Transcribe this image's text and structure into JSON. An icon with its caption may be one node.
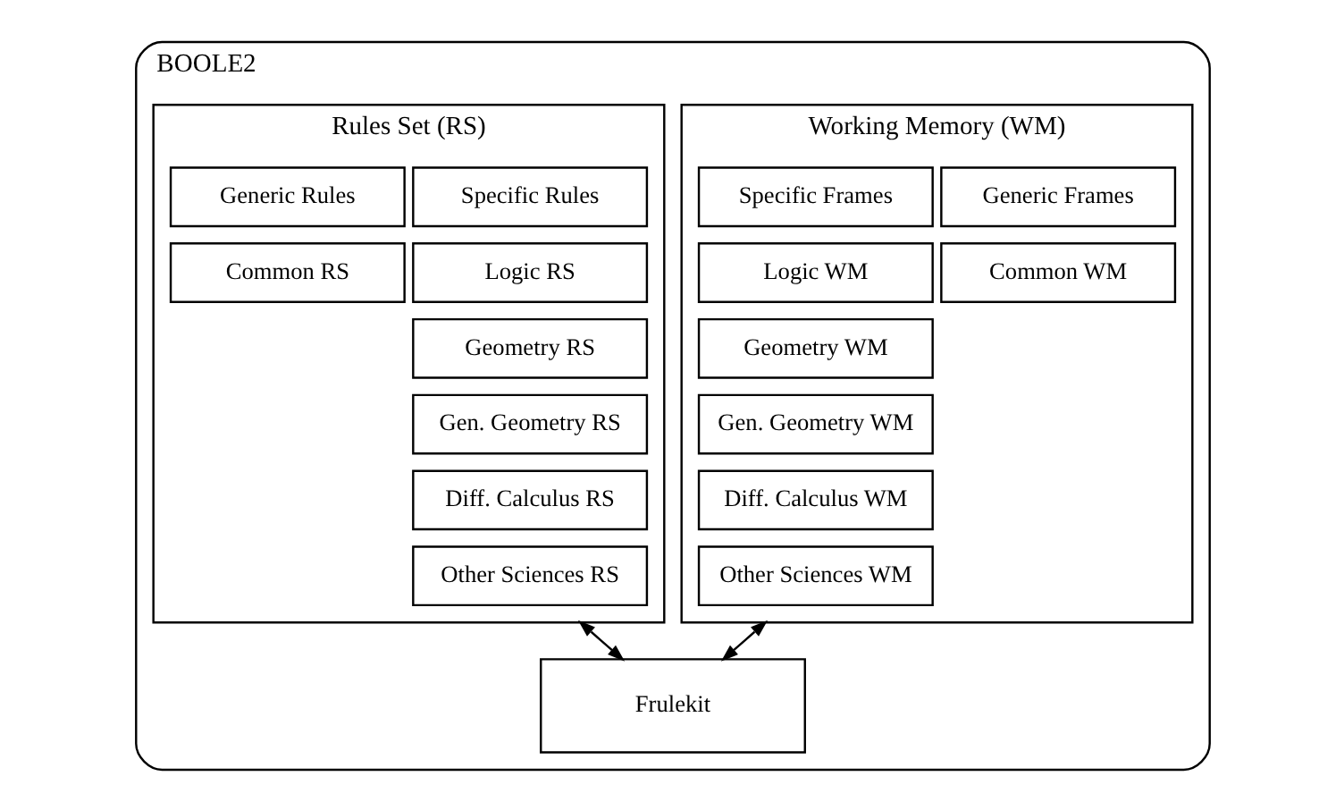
{
  "diagram": {
    "nodes": [
      {
        "text": [
          "BOOLE2"
        ]
      },
      {
        "text": [
          "Working Memory (WM)"
        ],
        "in": 0
      },
      {
        "text": [
          "Generic Frames"
        ],
        "in": 1
      },
      {
        "text": [
          "Specific Frames"
        ],
        "in": 1
      },
      {
        "text": [
          "Common WM"
        ],
        "in": 1
      },
      {
        "text": [
          "Logic WM"
        ],
        "in": 1
      },
      {
        "text": [
          "Geometry WM"
        ],
        "in": 1
      },
      {
        "text": [
          "Gen. Geometry WM"
        ],
        "in": 1
      },
      {
        "text": [
          "Diff. Calculus WM"
        ],
        "in": 1
      },
      {
        "text": [
          "Other Sciences WM"
        ],
        "in": 1
      },
      {
        "text": [
          "Rules Set (RS)"
        ],
        "in": 0
      },
      {
        "text": [
          "Specific Rules"
        ],
        "in": 10
      },
      {
        "text": [
          "Generic Rules"
        ],
        "in": 10
      },
      {
        "text": [
          "Logic RS"
        ],
        "in": 10
      },
      {
        "text": [
          "Common RS"
        ],
        "in": 10
      },
      {
        "text": [
          "Geometry RS"
        ],
        "in": 10
      },
      {
        "text": [
          "Gen. Geometry RS"
        ],
        "in": 10
      },
      {
        "text": [
          "Diff. Calculus RS"
        ],
        "in": 10
      },
      {
        "text": [
          "Other Sciences RS"
        ],
        "in": 10
      },
      {
        "text": [
          "Frulekit"
        ],
        "in": 0
      }
    ],
    "edges": [
      {
        "from": 1,
        "to": 19,
        "arrow": "both"
      },
      {
        "from": 10,
        "to": 19,
        "arrow": "both"
      }
    ]
  }
}
